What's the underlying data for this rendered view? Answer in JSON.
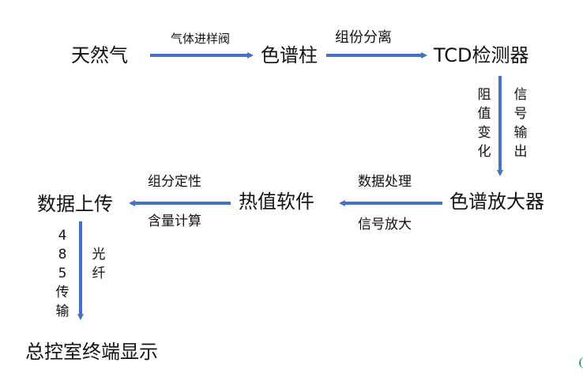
{
  "nodes": {
    "gas": "天然气",
    "column": "色谱柱",
    "tcd": "TCD检测器",
    "amplifier": "色谱放大器",
    "software": "热值软件",
    "upload": "数据上传",
    "display": "总控室终端显示"
  },
  "edges": {
    "gas_to_column": "气体进样阀",
    "column_to_tcd": "组份分离",
    "tcd_to_amp_left": "阻值变化",
    "tcd_to_amp_right": "信号输出",
    "amp_to_software_top": "数据处理",
    "amp_to_software_bottom": "信号放大",
    "software_to_upload_top": "组分定性",
    "software_to_upload_bottom": "含量计算",
    "upload_to_display_left": "485传输",
    "upload_to_display_right": "光纤"
  },
  "colors": {
    "arrow": "#4472C4",
    "text": "#111111"
  }
}
